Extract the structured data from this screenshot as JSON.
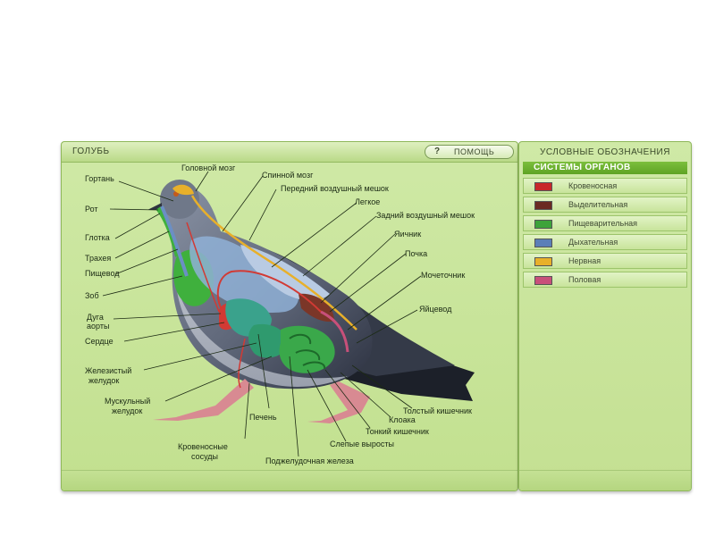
{
  "main_panel": {
    "title": "ГОЛУБЬ",
    "help_label": "ПОМОЩЬ",
    "help_icon": "?"
  },
  "legend": {
    "title": "УСЛОВНЫЕ ОБОЗНАЧЕНИЯ",
    "subtitle": "СИСТЕМЫ ОРГАНОВ",
    "items": [
      {
        "label": "Кровеносная",
        "color": "#c8282a"
      },
      {
        "label": "Выделительная",
        "color": "#6b2a22"
      },
      {
        "label": "Пищеварительная",
        "color": "#3da33a"
      },
      {
        "label": "Дыхательная",
        "color": "#5b7fb8"
      },
      {
        "label": "Нервная",
        "color": "#e8b02a"
      },
      {
        "label": "Половая",
        "color": "#c8507a"
      }
    ]
  },
  "labels": {
    "golovnoy_mozg": "Головной мозг",
    "spinnoy_mozg": "Спинной мозг",
    "peredniy_meshok": "Передний воздушный мешок",
    "legkoe": "Легкое",
    "zadniy_meshok": "Задний воздушный мешок",
    "yaichnik": "Яичник",
    "pochka": "Почка",
    "mochetochnik": "Мочеточник",
    "yaytsevod": "Яйцевод",
    "gortan": "Гортань",
    "rot": "Рот",
    "glotka": "Глотка",
    "traheya": "Трахея",
    "pischevod": "Пищевод",
    "zob": "Зоб",
    "duga_1": "Дуга",
    "duga_2": "аорты",
    "serdtse": "Сердце",
    "zhel_1": "Железистый",
    "zhel_2": "желудок",
    "musk_1": "Мускульный",
    "musk_2": "желудок",
    "pechen": "Печень",
    "krov_1": "Кровеносные",
    "krov_2": "сосуды",
    "podzhel": "Поджелудочная железа",
    "slepye": "Слепые выросты",
    "tonkiy": "Тонкий кишечник",
    "kloaka": "Клоака",
    "tolstyy": "Толстый кишечник"
  }
}
